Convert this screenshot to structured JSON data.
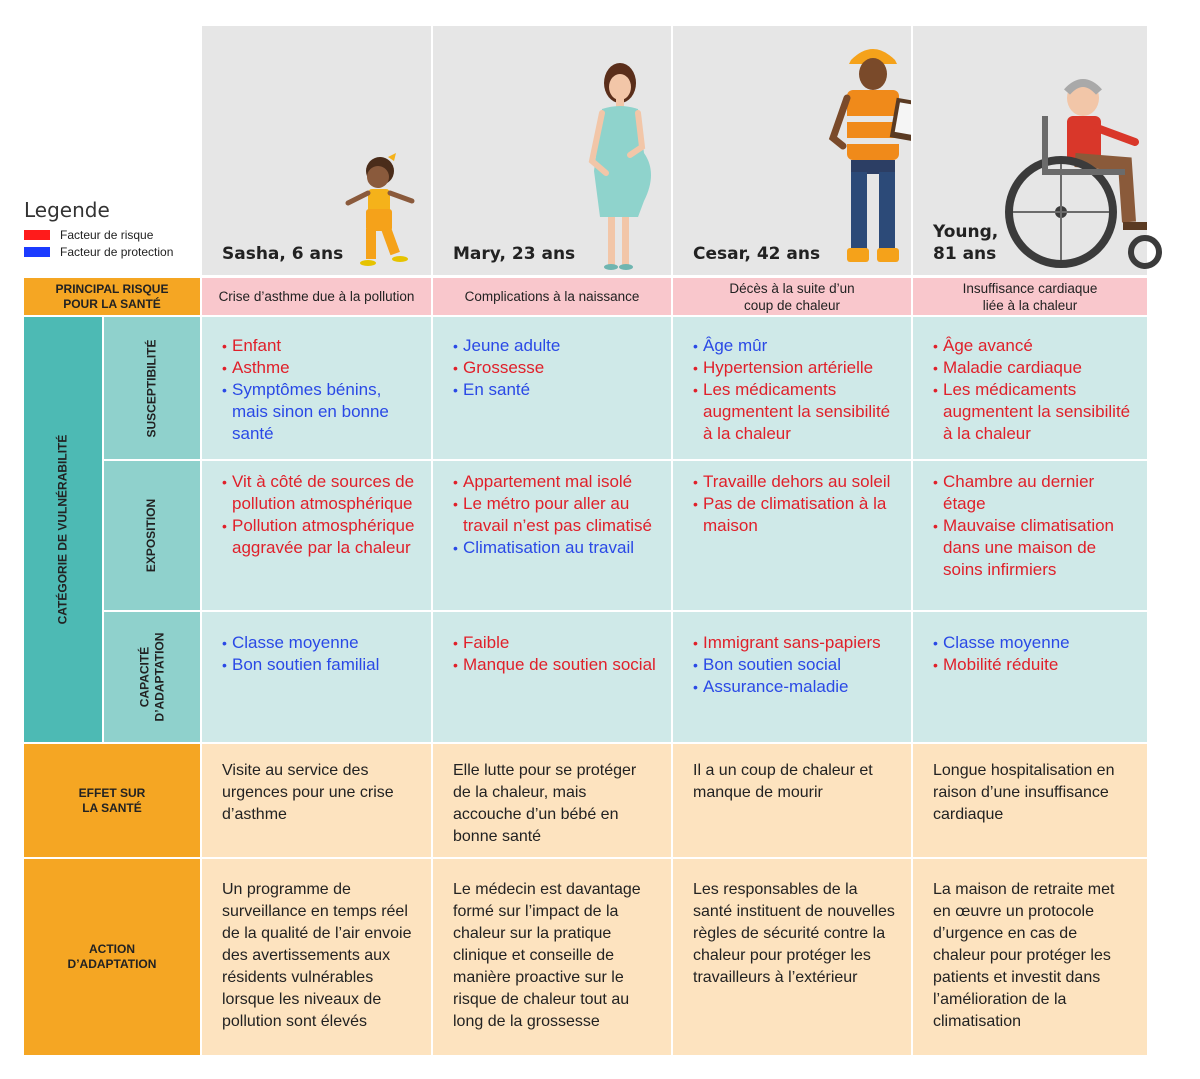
{
  "legend": {
    "title": "Legende",
    "items": [
      {
        "label": "Facteur de risque",
        "color": "#ff1b1b"
      },
      {
        "label": "Facteur de protection",
        "color": "#1b3bff"
      }
    ]
  },
  "persons": [
    {
      "name": "Sasha, 6 ans"
    },
    {
      "name": "Mary, 23 ans"
    },
    {
      "name": "Cesar, 42 ans"
    },
    {
      "name": "Young,\n81 ans"
    }
  ],
  "risk": {
    "label": "PRINCIPAL RISQUE\nPOUR LA SANTÉ",
    "values": [
      "Crise d’asthme due à la pollution",
      "Complications à la naissance",
      "Décès à la suite d’un\ncoup de chaleur",
      "Insuffisance cardiaque\nliée à la chaleur"
    ]
  },
  "vulnerability": {
    "label": "CATÉGORIE DE VULNÉRABILITÉ",
    "rows": [
      {
        "label": "SUSCEPTIBILITÉ",
        "cells": [
          [
            {
              "t": "Enfant",
              "k": "r"
            },
            {
              "t": "Asthme",
              "k": "r"
            },
            {
              "t": "Symptômes bénins, mais sinon en bonne santé",
              "k": "b"
            }
          ],
          [
            {
              "t": "Jeune adulte",
              "k": "b"
            },
            {
              "t": "Grossesse",
              "k": "r"
            },
            {
              "t": "En santé",
              "k": "b"
            }
          ],
          [
            {
              "t": "Âge mûr",
              "k": "b"
            },
            {
              "t": "Hypertension artérielle",
              "k": "r"
            },
            {
              "t": "Les médicaments augmentent la sensibilité à la chaleur",
              "k": "r"
            }
          ],
          [
            {
              "t": "Âge avancé",
              "k": "r"
            },
            {
              "t": "Maladie cardiaque",
              "k": "r"
            },
            {
              "t": "Les médicaments augmentent la sensibilité à la chaleur",
              "k": "r"
            }
          ]
        ]
      },
      {
        "label": "EXPOSITION",
        "cells": [
          [
            {
              "t": "Vit à côté de sources de pollution atmosphérique",
              "k": "r"
            },
            {
              "t": "Pollution atmosphérique aggravée par la chaleur",
              "k": "r"
            }
          ],
          [
            {
              "t": "Appartement mal isolé",
              "k": "r"
            },
            {
              "t": "Le métro pour aller au travail n’est pas climatisé",
              "k": "r"
            },
            {
              "t": "Climatisation au travail",
              "k": "b"
            }
          ],
          [
            {
              "t": "Travaille dehors au soleil",
              "k": "r"
            },
            {
              "t": "Pas de climatisation à la maison",
              "k": "r"
            }
          ],
          [
            {
              "t": "Chambre au dernier étage",
              "k": "r"
            },
            {
              "t": "Mauvaise climatisation dans une maison de soins infirmiers",
              "k": "r"
            }
          ]
        ]
      },
      {
        "label": "CAPACITÉ\nD’ADAPTATION",
        "cells": [
          [
            {
              "t": "Classe moyenne",
              "k": "b"
            },
            {
              "t": "Bon soutien familial",
              "k": "b"
            }
          ],
          [
            {
              "t": "Faible",
              "k": "r"
            },
            {
              "t": "Manque de soutien social",
              "k": "r"
            }
          ],
          [
            {
              "t": "Immigrant sans-papiers",
              "k": "r"
            },
            {
              "t": "Bon soutien social",
              "k": "b"
            },
            {
              "t": "Assurance-maladie",
              "k": "b"
            }
          ],
          [
            {
              "t": "Classe moyenne",
              "k": "b"
            },
            {
              "t": "Mobilité réduite",
              "k": "r"
            }
          ]
        ]
      }
    ]
  },
  "effect": {
    "label": "EFFET SUR\nLA SANTÉ",
    "values": [
      "Visite au service des urgences pour une crise d’asthme",
      "Elle lutte pour se protéger de la chaleur, mais accouche d’un bébé en bonne santé",
      "Il a un coup de chaleur et manque de mourir",
      "Longue hospitalisation en raison d’une insuffisance cardiaque"
    ]
  },
  "action": {
    "label": "ACTION\nD’ADAPTATION",
    "values": [
      "Un programme de surveillance en temps réel de la qualité de l’air envoie des avertissements aux résidents vulnérables lorsque les niveaux de pollution sont élevés",
      "Le médecin est davantage formé sur l’impact de la chaleur sur la pratique clinique et conseille de manière proactive sur le risque de chaleur tout au long de la grossesse",
      "Les responsables de la santé instituent de nouvelles règles de sécurité contre la chaleur pour protéger les travailleurs à l’extérieur",
      "La maison de retraite met en œuvre un protocole d’urgence en cas de chaleur pour protéger les patients et investit dans l’amélioration de la climatisation"
    ]
  },
  "colors": {
    "risk_text": "#e0202a",
    "protection_text": "#2a49e6",
    "header_bg": "#e6e6e6",
    "risk_row_bg": "#f9c7cc",
    "teal_band": "#4dbab4",
    "teal_sub": "#8fd1cc",
    "teal_cell": "#cfe9e8",
    "orange": "#f5a623",
    "cream": "#fde3bf"
  }
}
